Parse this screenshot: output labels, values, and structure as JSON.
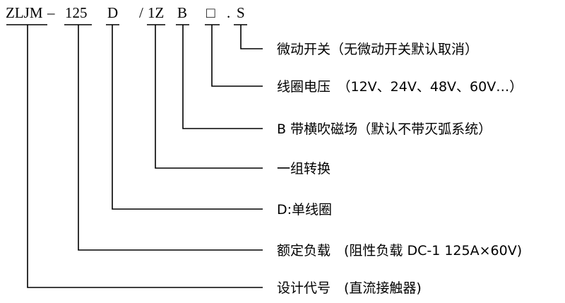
{
  "code": {
    "prefix": "ZLJM",
    "dash": "–",
    "current": "125",
    "coil_type": "D",
    "slash": "/",
    "contacts": "1Z",
    "blowout": "B",
    "voltage": "□",
    "dot": ".",
    "switch": "S"
  },
  "legend": [
    {
      "text": "微动开关（无微动开关默认取消）"
    },
    {
      "text": "线圈电压　（12V、24V、48V、60V…）"
    },
    {
      "text": "B 带横吹磁场（默认不带灭弧系统）"
    },
    {
      "text": "一组转换"
    },
    {
      "text": "D:单线圈"
    },
    {
      "text": "额定负载　(阻性负载  DC-1 125A×60V)"
    },
    {
      "text": "设计代号　(直流接触器)"
    }
  ]
}
